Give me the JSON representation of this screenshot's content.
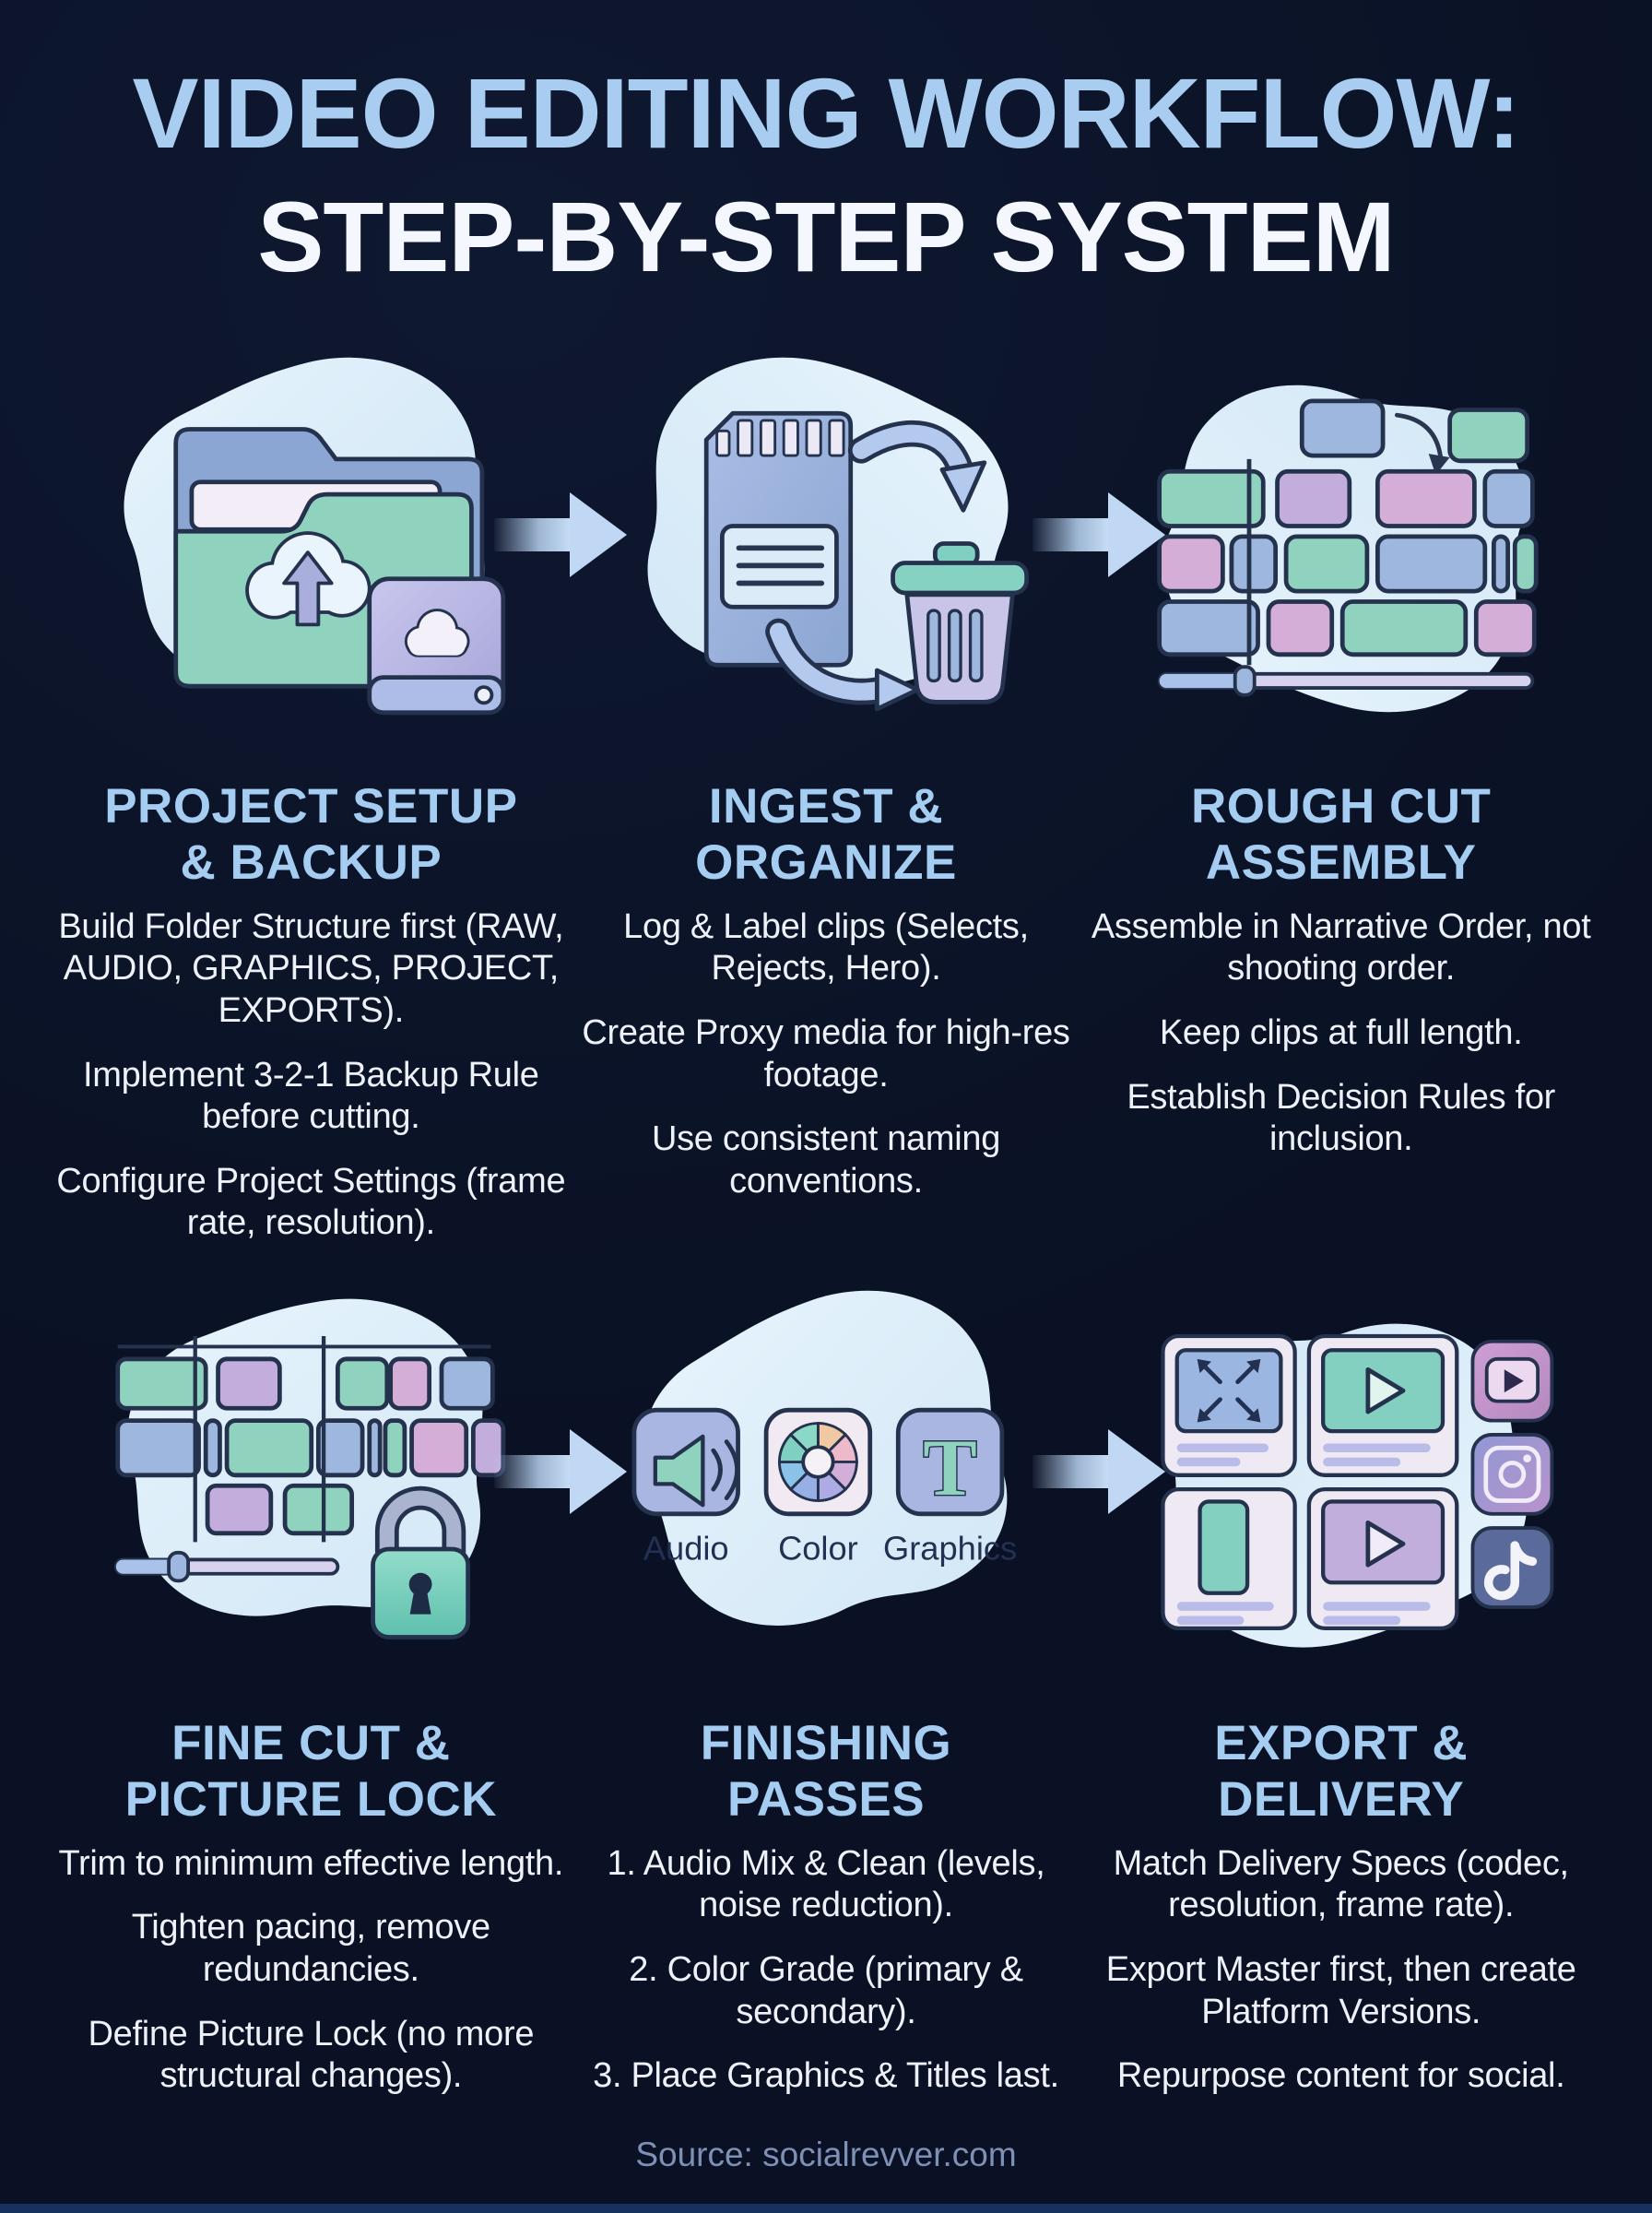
{
  "page": {
    "title_line1": "VIDEO EDITING WORKFLOW:",
    "title_line2": "STEP-BY-STEP SYSTEM"
  },
  "colors": {
    "background": "#0a1124",
    "title_blue": "#a9cdf1",
    "title_white": "#f4f7fd",
    "heading_blue": "#a5cdf2",
    "body_text": "#eef1f8",
    "footer_text": "#7e90b6",
    "blob_light_blue": "#d9ecf9",
    "arrow_blue": "#bdd7f3",
    "outline_navy": "#25324e",
    "accent_teal": "#8fd3bf",
    "accent_lavender": "#c2addd",
    "accent_blue": "#9db7de",
    "accent_pink": "#d4aed6"
  },
  "steps": [
    {
      "icon": "folder-cloud-backup-icon",
      "title_lines": [
        "PROJECT SETUP",
        "& BACKUP"
      ],
      "points": [
        "Build Folder Structure first (RAW, AUDIO, GRAPHICS, PROJECT, EXPORTS).",
        "Implement 3-2-1 Backup Rule before cutting.",
        "Configure Project Settings (frame rate, resolution)."
      ]
    },
    {
      "icon": "sd-card-sort-trash-icon",
      "title_lines": [
        "INGEST &",
        "ORGANIZE"
      ],
      "points": [
        "Log & Label clips (Selects, Rejects, Hero).",
        "Create Proxy media for high-res footage.",
        "Use consistent naming conventions."
      ]
    },
    {
      "icon": "timeline-assembly-icon",
      "title_lines": [
        "ROUGH CUT",
        "ASSEMBLY"
      ],
      "points": [
        "Assemble in Narrative Order, not shooting order.",
        "Keep clips at full length.",
        "Establish Decision Rules for inclusion."
      ]
    },
    {
      "icon": "timeline-picture-lock-icon",
      "title_lines": [
        "FINE CUT &",
        "PICTURE LOCK"
      ],
      "points": [
        "Trim to minimum effective length.",
        "Tighten pacing, remove redundancies.",
        "Define Picture Lock (no more structural changes)."
      ]
    },
    {
      "icon": "finishing-tools-icon",
      "title_lines": [
        "FINISHING",
        "PASSES"
      ],
      "icon_labels": [
        "Audio",
        "Color",
        "Graphics"
      ],
      "points": [
        "1. Audio Mix & Clean (levels, noise reduction).",
        "2. Color Grade (primary & secondary).",
        "3. Place Graphics & Titles last."
      ]
    },
    {
      "icon": "export-platforms-icon",
      "title_lines": [
        "EXPORT &",
        "DELIVERY"
      ],
      "points": [
        "Match Delivery Specs (codec, resolution, frame rate).",
        "Export Master first, then create Platform Versions.",
        "Repurpose content for social."
      ]
    }
  ],
  "footer": {
    "source": "Source: socialrevver.com"
  }
}
